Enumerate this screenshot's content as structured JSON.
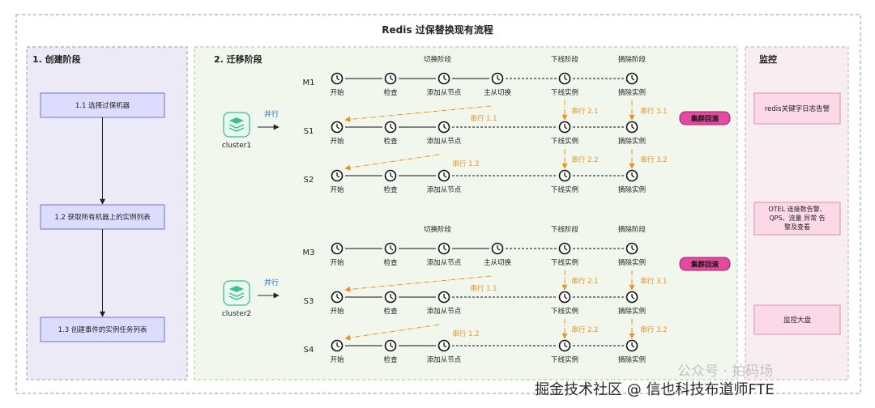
{
  "title": "Redis 过保替换现有流程",
  "panels": {
    "create": {
      "title": "1. 创建阶段",
      "steps": [
        "1.1 选择过保机器",
        "1.2 获取所有机器上的实例列表",
        "1.3 创建事件的实例任务列表"
      ]
    },
    "migrate": {
      "title": "2. 迁移阶段",
      "phase_labels": {
        "switch": "切换阶段",
        "offline": "下线阶段",
        "remove": "摘除阶段"
      },
      "parallel_label": "并行",
      "rollback_label": "集群回滚",
      "groups": [
        {
          "cluster": "cluster1",
          "master": {
            "name": "M1",
            "nodes": [
              "开始",
              "检查",
              "添加从节点",
              "主从切换",
              "下线实例",
              "摘除实例"
            ]
          },
          "slaves": [
            {
              "name": "S1",
              "nodes": [
                "开始",
                "检查",
                "添加从节点",
                "下线实例",
                "摘除实例"
              ],
              "serial": [
                "串行 1.1",
                "串行 2.1",
                "串行 3.1"
              ]
            },
            {
              "name": "S2",
              "nodes": [
                "开始",
                "检查",
                "添加从节点",
                "下线实例",
                "摘除实例"
              ],
              "serial": [
                "串行 1.2",
                "串行 2.2",
                "串行 3.2"
              ]
            }
          ]
        },
        {
          "cluster": "cluster2",
          "master": {
            "name": "M3",
            "nodes": [
              "开始",
              "检查",
              "添加从节点",
              "主从切换",
              "下线实例",
              "摘除实例"
            ]
          },
          "slaves": [
            {
              "name": "S3",
              "nodes": [
                "开始",
                "检查",
                "添加从节点",
                "下线实例",
                "摘除实例"
              ],
              "serial": [
                "串行 1.1",
                "串行 2.1",
                "串行 3.1"
              ]
            },
            {
              "name": "S4",
              "nodes": [
                "开始",
                "检查",
                "添加从节点",
                "下线实例",
                "摘除实例"
              ],
              "serial": [
                "串行 1.2",
                "串行 2.2",
                "串行 3.2"
              ]
            }
          ]
        }
      ]
    },
    "monitor": {
      "title": "监控",
      "items": [
        "redis关键字日志告警",
        "OTEL 连接数告警、QPS、流量 异常 告警及查看",
        "监控大盘"
      ]
    }
  },
  "watermark": {
    "public_account": "公众号 · 拍码场",
    "footer": "掘金技术社区 @ 信也科技布道师FTE"
  },
  "colors": {
    "create_fill": "#eceaf7",
    "create_border": "#9b93c8",
    "migrate_fill": "#f2f7ee",
    "migrate_border": "#a9bf9d",
    "monitor_fill": "#f8eef2",
    "monitor_border": "#d6a0b8",
    "step_fill": "#dcdcff",
    "step_border": "#7676c0",
    "monitor_item_fill": "#fbd9e6",
    "monitor_item_border": "#d890ad",
    "rollback_fill": "#e24aa0",
    "serial_orange": "#e8921f",
    "cluster_green": "#3fbf8c"
  }
}
